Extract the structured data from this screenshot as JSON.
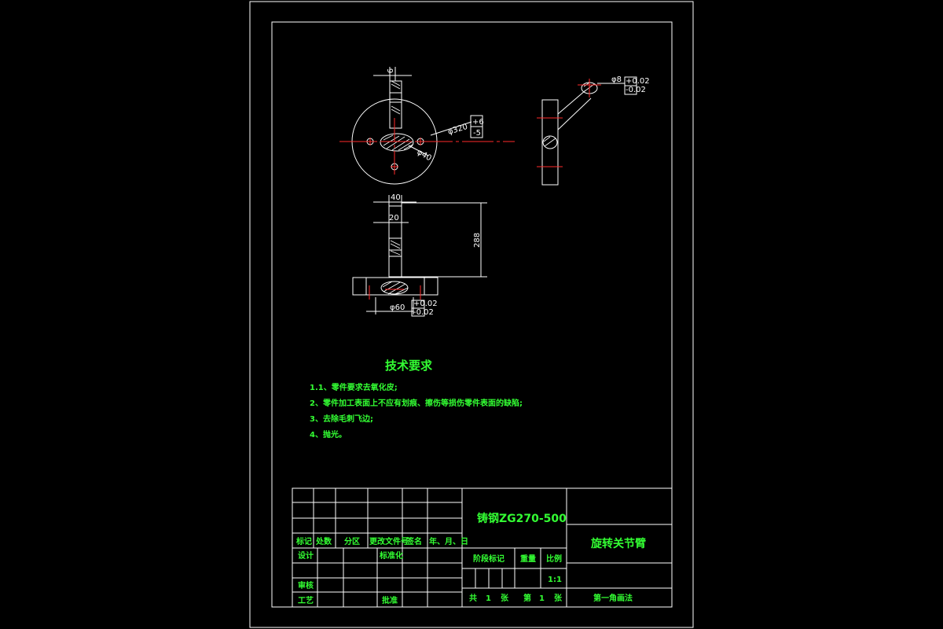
{
  "dims": {
    "top_slot": "6",
    "outer_dia": "φ320",
    "outer_tol_upper": "+6",
    "outer_tol_lower": "-5",
    "inner_dia": "φ40",
    "pin_dia": "φ8",
    "pin_tol_upper": "+0.02",
    "pin_tol_lower": "-0.02",
    "shaft_width_40": "40",
    "shaft_width_20": "20",
    "shaft_height": "288",
    "base_dia": "φ60",
    "base_tol_upper": "+0.02",
    "base_tol_lower": "-0.02"
  },
  "tech_requirements": {
    "title": "技术要求",
    "items": [
      "1.1、零件要求去氧化皮;",
      "2、零件加工表面上不应有划痕、擦伤等损伤零件表面的缺陷;",
      "3、去除毛刺飞边;",
      "4、抛光。"
    ]
  },
  "title_block": {
    "material": "铸钢ZG270-500",
    "part_name": "旋转关节臂",
    "rev_headers": [
      "标记",
      "处数",
      "分区",
      "更改文件号",
      "签名",
      "年、月、日"
    ],
    "design": "设计",
    "standardize": "标准化",
    "review": "审核",
    "process": "工艺",
    "approve": "批准",
    "stage_mark": "阶段标记",
    "weight": "重量",
    "scale": "比例",
    "scale_value": "1:1",
    "total_label": "共",
    "total_count": "1",
    "sheet_unit": "张",
    "page_label": "第",
    "page_count": "1",
    "page_unit": "张",
    "projection": "第一角画法"
  }
}
